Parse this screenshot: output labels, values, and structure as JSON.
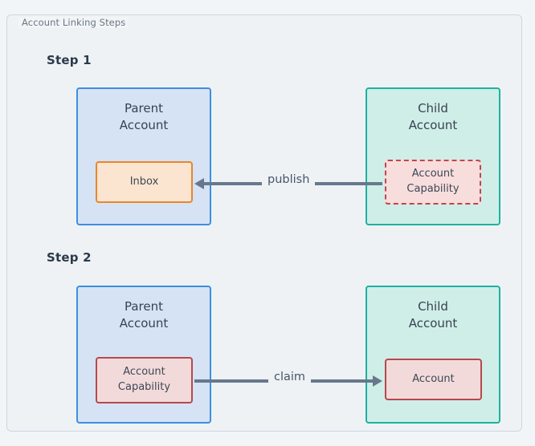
{
  "frame": {
    "title": "Account Linking Steps"
  },
  "steps": [
    {
      "label": "Step 1",
      "parent": {
        "title": "Parent\nAccount",
        "resource": "Inbox"
      },
      "child": {
        "title": "Child\nAccount",
        "resource": "Account\nCapability"
      },
      "arrow": {
        "label": "publish",
        "direction": "left"
      }
    },
    {
      "label": "Step 2",
      "parent": {
        "title": "Parent\nAccount",
        "resource": "Account\nCapability"
      },
      "child": {
        "title": "Child\nAccount",
        "resource": "Account"
      },
      "arrow": {
        "label": "claim",
        "direction": "right"
      }
    }
  ],
  "colors": {
    "page_background": "#f2f5f7",
    "frame_background": "#eef2f5",
    "frame_border": "#ccd6e0",
    "frame_title_text": "#6b7682",
    "step_label_text": "#2b3a4a",
    "parent_fill": "#d5e3f5",
    "parent_border": "#3e8ede",
    "child_fill": "#cfeee8",
    "child_border": "#1fb1a0",
    "inbox_fill": "#fce5d0",
    "inbox_border": "#e8862b",
    "capability_dashed_fill": "#f8dddd",
    "capability_dashed_border": "#c3454a",
    "capability_solid_fill": "#f3dada",
    "capability_solid_border": "#b5494d",
    "arrow": "#67788c",
    "arrow_label_text": "#475667",
    "box_title_text": "#374350",
    "resource_text": "#3c4855"
  }
}
